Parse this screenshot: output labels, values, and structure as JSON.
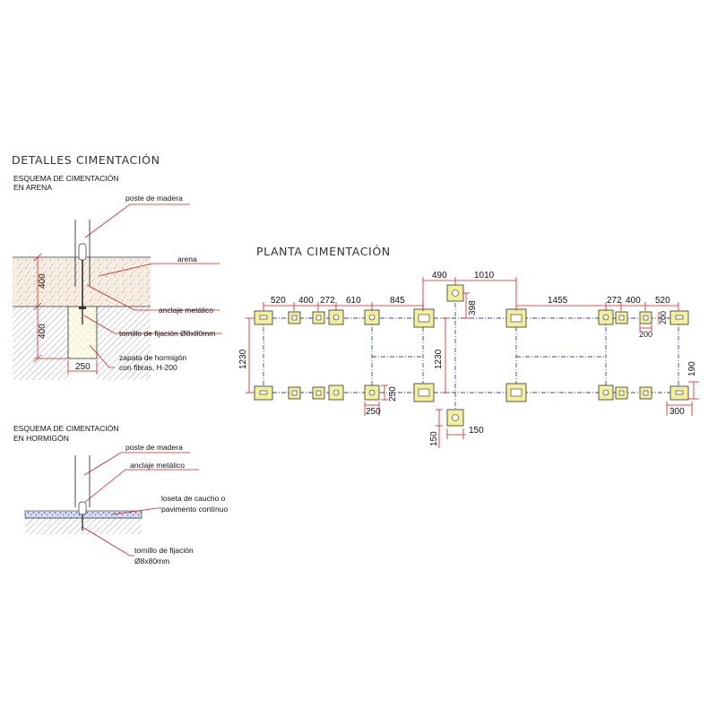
{
  "titles": {
    "detalles": "DETALLES CIMENTACIÓN",
    "planta": "PLANTA CIMENTACIÓN"
  },
  "arena": {
    "heading_line1": "ESQUEMA DE CIMENTACIÓN",
    "heading_line2": "EN ARENA",
    "label_poste": "poste de madera",
    "label_arena": "arena",
    "label_anclaje": "anclaje metálico",
    "label_tornillo": "tornillo de fijación Ø8x80mm",
    "label_zapata_1": "zapata de hormigón",
    "label_zapata_2": "con fibras, H-200",
    "dim_400_top": "400",
    "dim_400_bottom": "400",
    "dim_250": "250"
  },
  "hormigon": {
    "heading_line1": "ESQUEMA DE CIMENTACIÓN",
    "heading_line2": "EN HORMIGÓN",
    "label_poste": "poste de madera",
    "label_anclaje": "anclaje metálico",
    "label_loseta_1": "loseta de caucho o",
    "label_loseta_2": "pavimento contínuo",
    "label_tornillo_1": "tornillo de fijación",
    "label_tornillo_2": "Ø8x80mm"
  },
  "planta": {
    "dims_top_left": [
      "520",
      "400",
      "272",
      "610",
      "845"
    ],
    "dim_490": "490",
    "dim_1010": "1010",
    "dim_398": "398",
    "dim_1455": "1455",
    "dims_top_right": [
      "272",
      "400",
      "520"
    ],
    "dim_200_v": "200",
    "dim_200_h": "200",
    "dim_1230_left": "1230",
    "dim_1230_mid": "1230",
    "dim_190": "190",
    "dim_250_v": "250",
    "dim_250_h": "250",
    "dim_300": "300",
    "dim_150_v": "150",
    "dim_150_h": "150"
  },
  "colors": {
    "dimension": "#cc2222",
    "beam": "#3a44a8",
    "footing": "#f2f09a"
  }
}
